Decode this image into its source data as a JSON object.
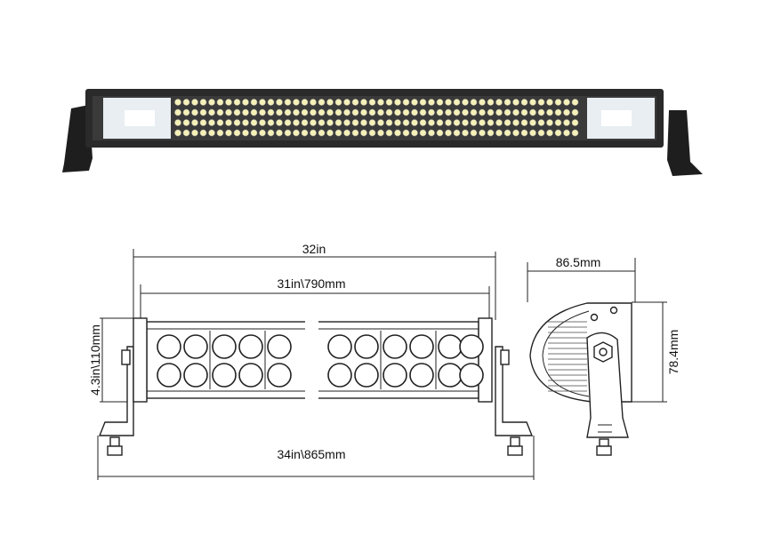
{
  "diagram": {
    "photo": {
      "housing_color": "#2a2a2a",
      "led_color": "#f4f0b8",
      "flood_color": "#e8eef2"
    },
    "front_view": {
      "overall_length": "32in",
      "lens_length": "31in\\790mm",
      "height": "4.3in\\110mm",
      "bracket_span": "34in\\865mm"
    },
    "side_view": {
      "depth": "86.5mm",
      "height": "78.4mm"
    }
  }
}
